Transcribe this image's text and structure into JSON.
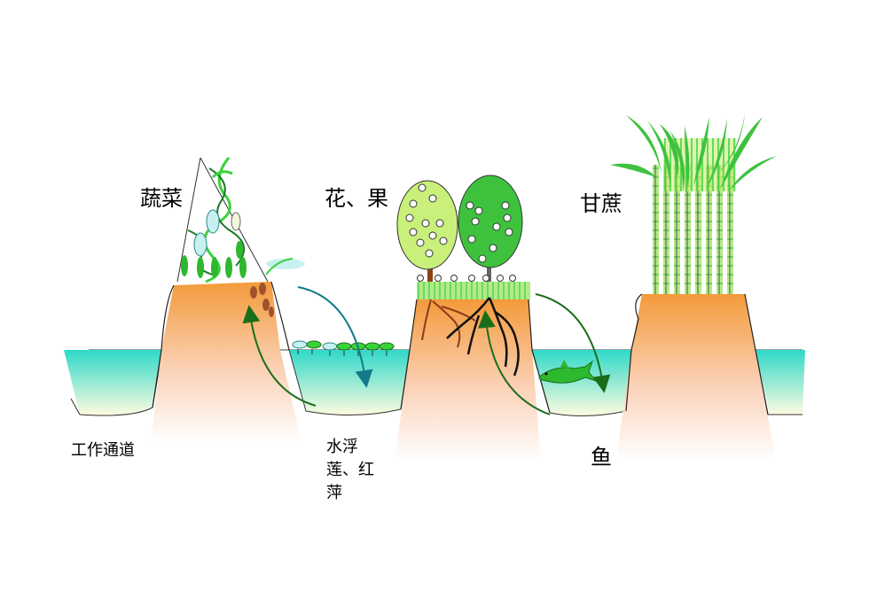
{
  "labels": {
    "vegetables": "蔬菜",
    "flowers_fruits": "花、果",
    "sugarcane": "甘蔗",
    "work_path": "工作通道",
    "water_plants_1": "水浮",
    "water_plants_2": "莲、红",
    "water_plants_3": "萍",
    "fish": "鱼"
  },
  "colors": {
    "water_top": "#2fd9c8",
    "water_bottom": "#fffbe0",
    "soil_top": "#f39a3a",
    "soil_bottom": "#ffffff",
    "leaf_green": "#2db82d",
    "light_green": "#c8f07a",
    "arrow_green": "#1a6e1a",
    "arrow_teal": "#127a86",
    "root_brown": "#8b3a1a"
  }
}
